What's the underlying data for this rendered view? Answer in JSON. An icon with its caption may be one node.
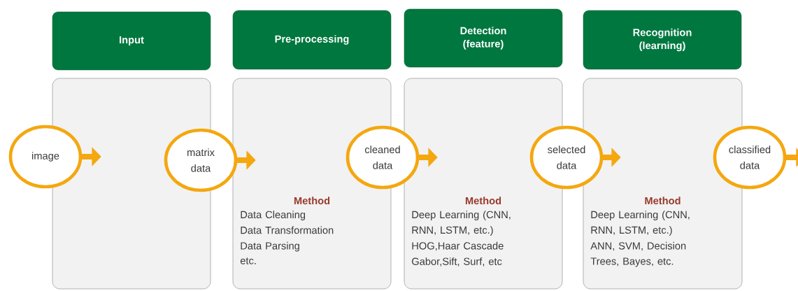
{
  "diagram": {
    "nodes": [
      {
        "text": [
          "Input"
        ]
      },
      {
        "text": [
          "Pre-processing"
        ]
      },
      {
        "text": [
          "Detection (feature)"
        ]
      },
      {
        "text": [
          "Recognition (learning)"
        ]
      },
      {
        "text": [],
        "shape": "box"
      },
      {
        "text": [
          "Method",
          "Data Cleaning",
          "Data Transformation",
          "Data Parsing",
          "etc."
        ]
      },
      {
        "text": [
          "Method",
          "Deep Learning (CNN, RNN, LSTM, etc.)",
          "HOG,Haar Cascade",
          "Gabor,Sift, Surf, etc"
        ]
      },
      {
        "text": [
          "Method",
          "Deep Learning (CNN, RNN, LSTM, etc.)",
          "ANN, SVM, Decision Trees, Bayes, etc."
        ]
      },
      {
        "text": [
          "image"
        ]
      },
      {
        "text": [
          "matrix data"
        ]
      },
      {
        "text": [
          "cleaned data"
        ]
      },
      {
        "text": [
          "selected data"
        ]
      },
      {
        "text": [
          "classified data"
        ]
      }
    ],
    "edges": [
      {
        "from": 8,
        "to": 4,
        "arrow": "to"
      },
      {
        "from": 9,
        "to": 5,
        "arrow": "to"
      },
      {
        "from": 10,
        "to": 6,
        "arrow": "to"
      },
      {
        "from": 11,
        "to": 7,
        "arrow": "to"
      },
      {
        "from": 12,
        "to": null,
        "arrow": "to"
      }
    ]
  }
}
